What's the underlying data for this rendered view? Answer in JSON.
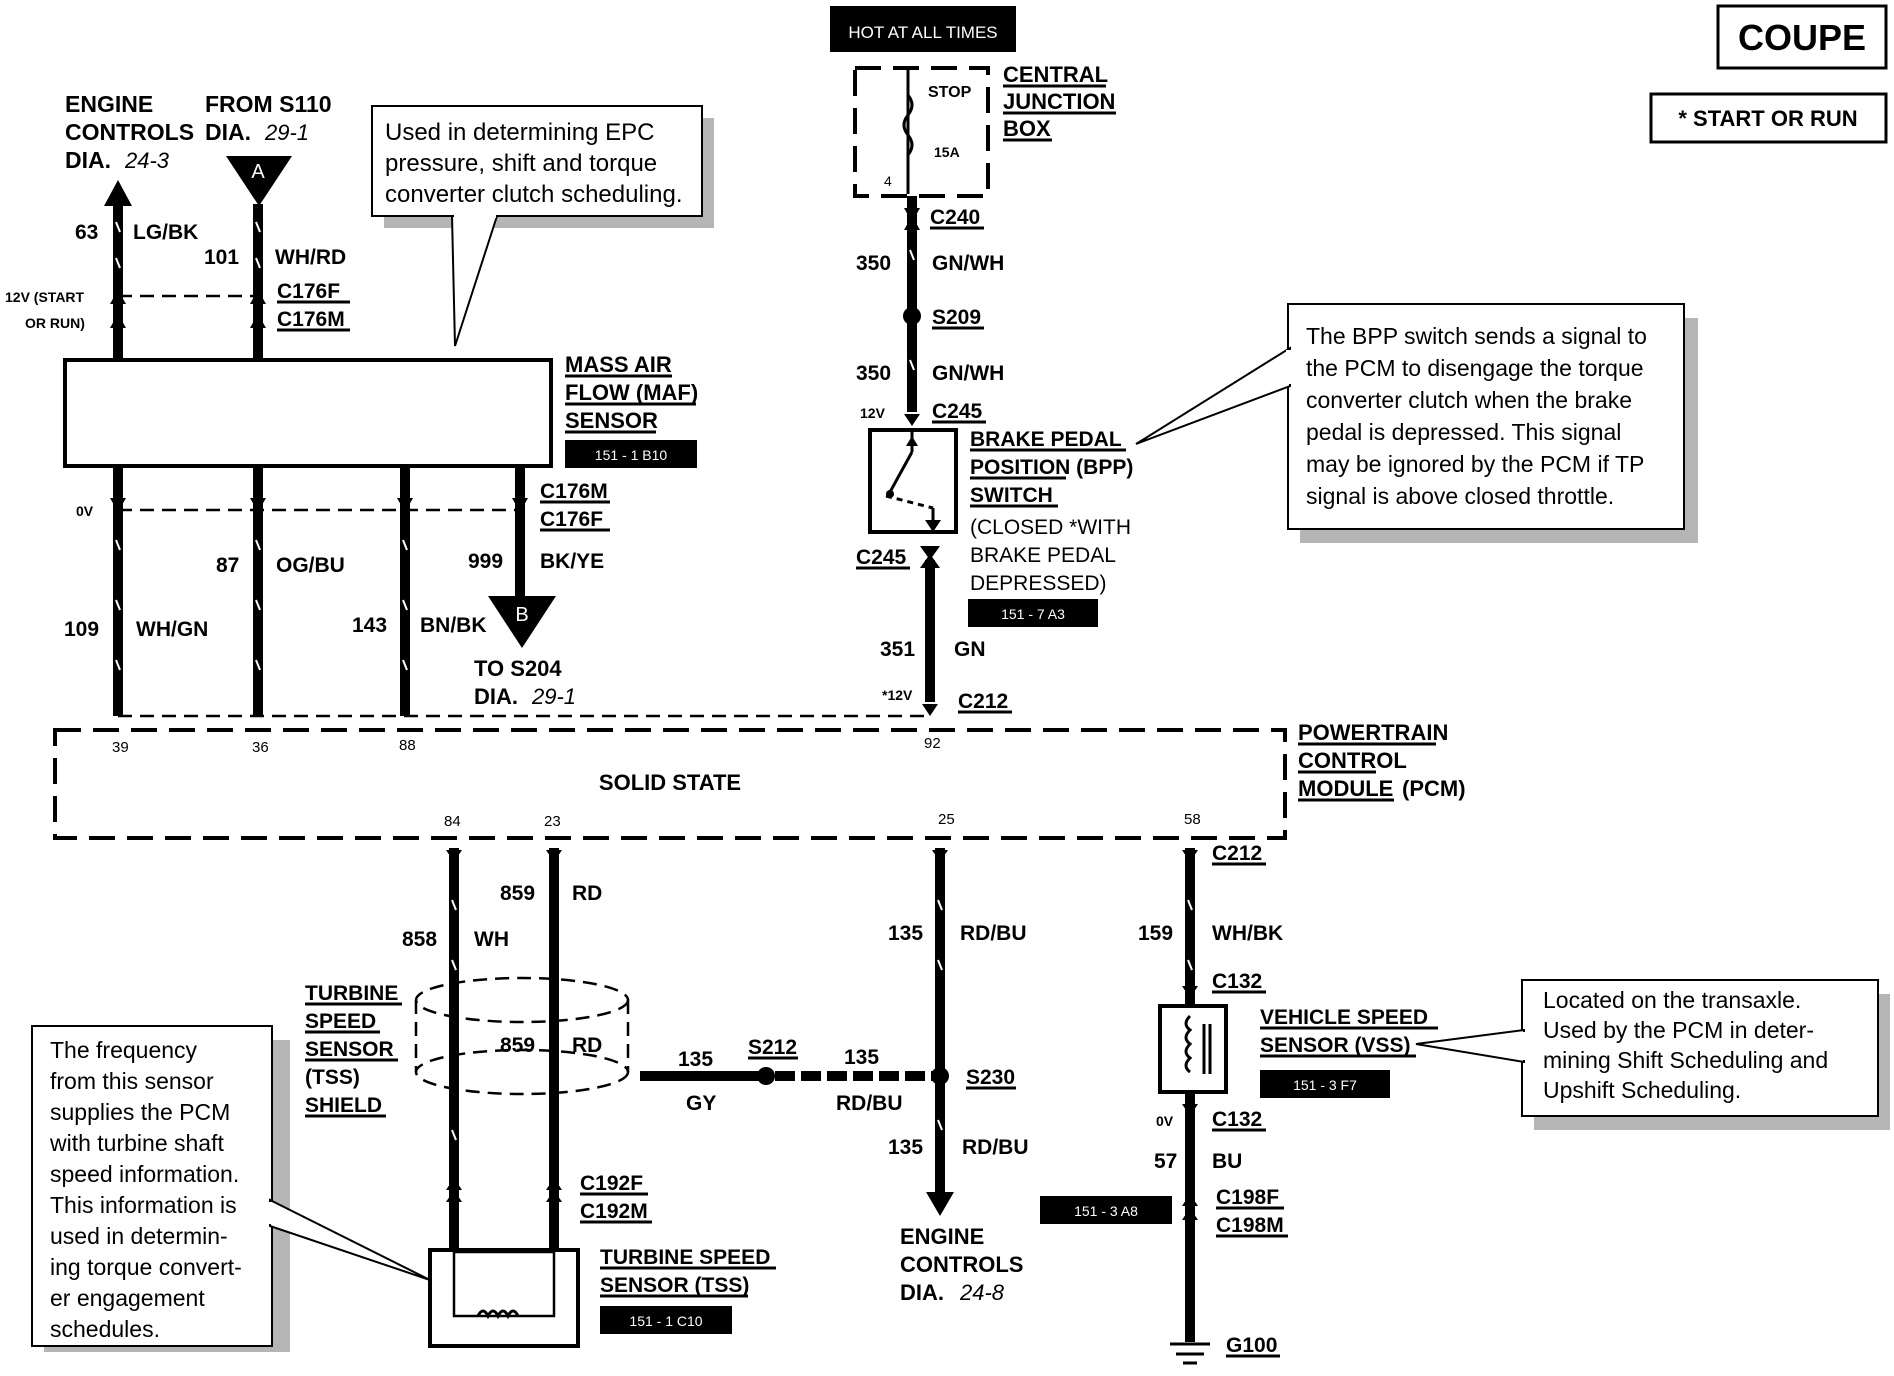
{
  "header": {
    "coupe": "COUPE",
    "start_or_run": "*  START OR RUN",
    "hot_at_all_times": "HOT AT ALL TIMES"
  },
  "cjb": {
    "line1": "CENTRAL",
    "line2": "JUNCTION",
    "line3": "BOX",
    "stop": "STOP",
    "fuse": "15A",
    "pin": "4"
  },
  "engine_controls_top": {
    "line1": "ENGINE",
    "line2": "CONTROLS",
    "dia": "DIA.",
    "dia_num": "24-3"
  },
  "from_s110": {
    "line1": "FROM S110",
    "dia": "DIA.",
    "dia_num": "29-1",
    "marker": "A"
  },
  "to_s204": {
    "line1": "TO S204",
    "dia": "DIA.",
    "dia_num": "29-1",
    "marker": "B"
  },
  "maf": {
    "line1": "MASS AIR",
    "line2": "FLOW (MAF)",
    "line3": "SENSOR",
    "ref": "151 - 1 B10"
  },
  "bpp": {
    "line1": "BRAKE PEDAL",
    "line2": "POSITION (BPP)",
    "line3": "SWITCH",
    "line4": "(CLOSED *WITH",
    "line5": "BRAKE PEDAL",
    "line6": "DEPRESSED)",
    "ref": "151 - 7 A3"
  },
  "pcm": {
    "line1": "POWERTRAIN",
    "line2": "CONTROL",
    "line3": "MODULE",
    "line3b": "(PCM)",
    "solid_state": "SOLID STATE"
  },
  "tss_shield": {
    "line1": "TURBINE",
    "line2": "SPEED",
    "line3": "SENSOR",
    "line4": "(TSS)",
    "line5": "SHIELD"
  },
  "tss": {
    "line1": "TURBINE SPEED",
    "line2": "SENSOR (TSS)",
    "ref": "151 - 1 C10"
  },
  "vss": {
    "line1": "VEHICLE SPEED",
    "line2": "SENSOR (VSS)",
    "ref": "151 - 3 F7"
  },
  "engine_controls_bottom": {
    "line1": "ENGINE",
    "line2": "CONTROLS",
    "dia": "DIA.",
    "dia_num": "24-8"
  },
  "ref_a8": "151 - 3 A8",
  "voltages": {
    "v12_start_run_1": "12V (START",
    "v12_start_run_2": "OR RUN)",
    "v0_maf": "0V",
    "v12_bpp": "12V",
    "v12_pcm": "*12V",
    "v0_vss": "0V"
  },
  "wires": {
    "w63": "63",
    "c63": "LG/BK",
    "w101": "101",
    "c101": "WH/RD",
    "w350a": "350",
    "c350a": "GN/WH",
    "w350b": "350",
    "c350b": "GN/WH",
    "w87": "87",
    "c87": "OG/BU",
    "w999": "999",
    "c999": "BK/YE",
    "w109": "109",
    "c109": "WH/GN",
    "w143": "143",
    "c143": "BN/BK",
    "w351": "351",
    "c351": "GN",
    "w859a": "859",
    "c859a": "RD",
    "w858": "858",
    "c858": "WH",
    "w135a": "135",
    "c135a": "RD/BU",
    "w159": "159",
    "c159": "WH/BK",
    "w859b": "859",
    "c859b": "RD",
    "w135b": "135",
    "c135b": "GY",
    "w135c": "135",
    "c135c": "RD/BU",
    "w135d": "135",
    "c135d": "RD/BU",
    "w57": "57",
    "c57": "BU"
  },
  "connectors": {
    "c176f_top": "C176F",
    "c176m_top": "C176M",
    "c176m_bot": "C176M",
    "c176f_bot": "C176F",
    "c240": "C240",
    "s209": "S209",
    "c245_top": "C245",
    "c245_bot": "C245",
    "c212_top": "C212",
    "c212_bot": "C212",
    "c132_top": "C132",
    "c132_bot": "C132",
    "s212": "S212",
    "s230": "S230",
    "c192f": "C192F",
    "c192m": "C192M",
    "c198f": "C198F",
    "c198m": "C198M",
    "g100": "G100"
  },
  "pins": {
    "p39": "39",
    "p36": "36",
    "p88": "88",
    "p92": "92",
    "p84": "84",
    "p23": "23",
    "p25": "25",
    "p58": "58"
  },
  "notes": {
    "epc": [
      "Used in determining EPC",
      "pressure, shift and torque",
      "converter clutch scheduling."
    ],
    "bpp": [
      "The BPP switch sends a signal to",
      "the PCM to disengage the torque",
      "converter clutch when the brake",
      "pedal is depressed.  This signal",
      "may be ignored by the PCM if TP",
      "signal is above closed throttle."
    ],
    "vss": [
      "Located on the transaxle.",
      "Used by the PCM in deter-",
      "mining Shift Scheduling and",
      "Upshift Scheduling."
    ],
    "tss": [
      "The frequency",
      "from this sensor",
      "supplies the PCM",
      "with turbine shaft",
      "speed information.",
      "This information is",
      "used in determin-",
      "ing torque convert-",
      "er engagement",
      "schedules."
    ]
  }
}
